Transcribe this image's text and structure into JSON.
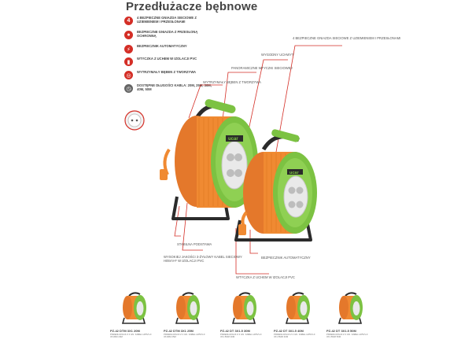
{
  "title": "Przedłużacze bębnowe",
  "features": [
    {
      "icon": "number-4-icon",
      "glyph": "4",
      "text": "4 bezpieczne gniazda sieciowe z uziemieniem i przesłonami"
    },
    {
      "icon": "shutter-socket-icon",
      "glyph": "",
      "text": "bezpieczne gniazda z przesłoną ochronną"
    },
    {
      "icon": "auto-fuse-icon",
      "glyph": "",
      "text": "bezpiecznik automatyczny"
    },
    {
      "icon": "plug-icon",
      "glyph": "",
      "text": "wtyczka z uchem w izolacji PVC"
    },
    {
      "icon": "drum-icon",
      "glyph": "",
      "text": "wytrzymały bęben z tworzywa"
    },
    {
      "icon": "cable-length-icon",
      "glyph": "",
      "text": "dostępne długości kabla: 20m, 25m, 30m, 40m, 50m"
    }
  ],
  "callouts": {
    "sockets": "4 bezpieczne gniazda sieciowe z uziemieniem i przesłonami",
    "switch": "wygodny uchwyt",
    "label": "panoramiczne wtyczki sieciowej",
    "drum": "wytrzymały bęben z tworzywa",
    "base": "stabilna podstawa",
    "cable": "wysokiej jakości 3-żyłowy kabel sieciowy H05VV-F w izolacji PVC",
    "fuse": "bezpiecznik automatyczny",
    "plug": "wtyczka z uchem w izolacji PVC"
  },
  "brand": "ucar",
  "colors": {
    "orange": "#f08a32",
    "green": "#7cc242",
    "dark": "#2b2b2b",
    "red": "#d42e26"
  },
  "thumbs": [
    {
      "code": "PZ-42 DTM 3X1 20M",
      "desc": "przedłużacz z 4 gn. kabel H05VV-F 3x1mm 20m"
    },
    {
      "code": "PZ-42 DTM 3X1 25M",
      "desc": "przedłużacz z 4 gn. kabel H05VV-F 3x1mm 25m"
    },
    {
      "code": "PZ-42 DT 3X1.5 30M",
      "desc": "przedłużacz z 4 gn. kabel H05VV-F 3x1.5mm 30m"
    },
    {
      "code": "PZ-42 DT 3X1.5 40M",
      "desc": "przedłużacz z 4 gn. kabel H05VV-F 3x1.5mm 40m"
    },
    {
      "code": "PZ-42 DT 3X1.5 50M",
      "desc": "przedłużacz z 4 gn. kabel H05VV-F 3x1.5mm 50m"
    }
  ]
}
